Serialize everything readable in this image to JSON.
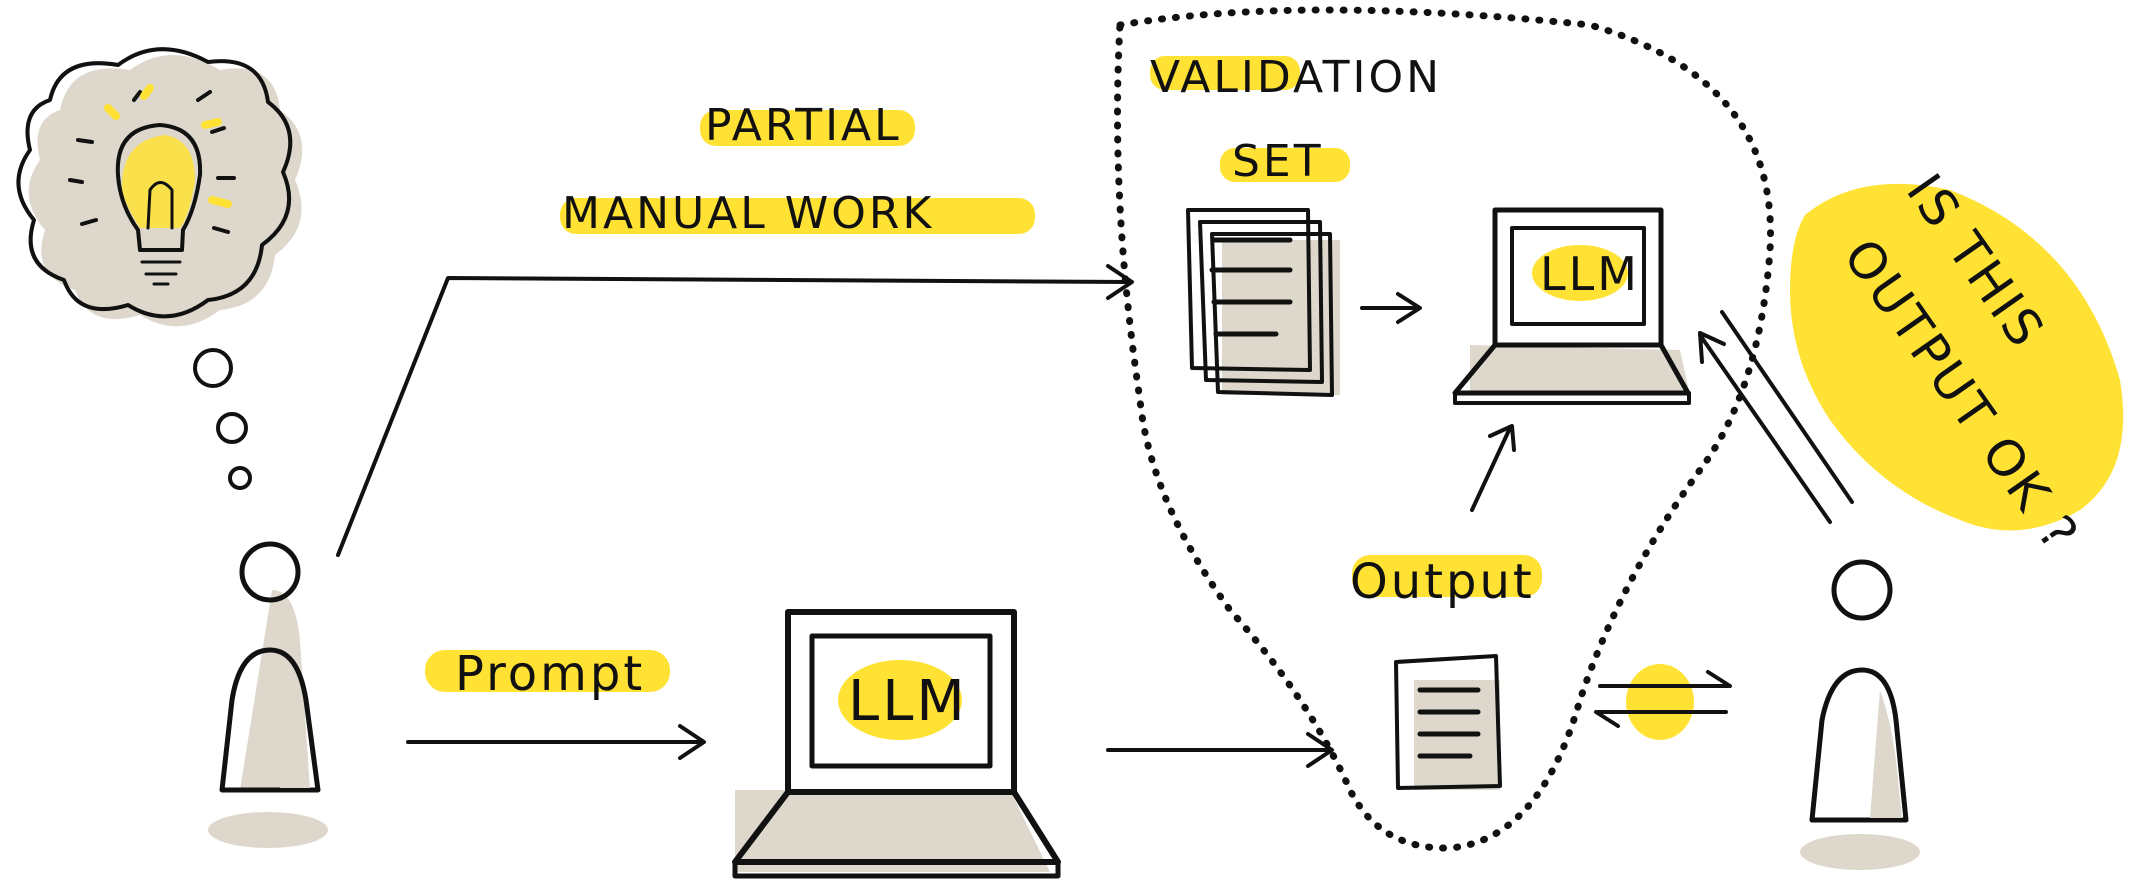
{
  "labels": {
    "partial_1": "PARTIAL",
    "partial_2": "MANUAL WORK",
    "validation_1": "VALIDATION",
    "validation_2": "SET",
    "prompt": "Prompt",
    "output": "Output",
    "question_1": "IS THIS",
    "question_2": "OUTPUT OK ?",
    "llm_validation": "LLM",
    "llm_main": "LLM"
  },
  "colors": {
    "highlight": "#ffe234",
    "ink": "#111111",
    "shadow": "#ddd8cb"
  },
  "icons": [
    "thought-cloud-icon",
    "lightbulb-icon",
    "person-icon",
    "laptop-icon",
    "document-icon",
    "arrow-icon",
    "exchange-arrows-icon"
  ]
}
